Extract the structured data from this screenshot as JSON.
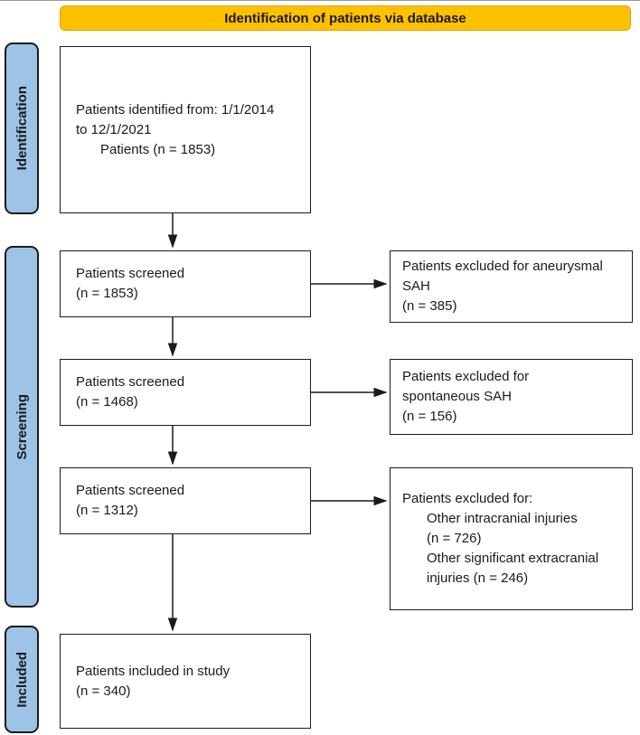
{
  "banner": {
    "label": "Identification of patients via database",
    "bg_color": "#FFC000"
  },
  "stages": {
    "identification": "Identification",
    "screening": "Screening",
    "included": "Included",
    "bg_color": "#9DC3E6"
  },
  "boxes": {
    "identified": {
      "line1": "Patients identified from: 1/1/2014",
      "line2": "to 12/1/2021",
      "line3": "Patients (n = 1853)"
    },
    "screened1": {
      "line1": "Patients screened",
      "line2": "(n = 1853)"
    },
    "screened2": {
      "line1": "Patients screened",
      "line2": "(n = 1468)"
    },
    "screened3": {
      "line1": "Patients screened",
      "line2": "(n = 1312)"
    },
    "included": {
      "line1": "Patients included in study",
      "line2": "(n = 340)"
    },
    "excluded1": {
      "line1": "Patients excluded for aneurysmal",
      "line2": "SAH",
      "line3": "(n = 385)"
    },
    "excluded2": {
      "line1": "Patients excluded for",
      "line2": "spontaneous SAH",
      "line3": "(n = 156)"
    },
    "excluded3": {
      "line1": "Patients excluded for:",
      "line2": "Other intracranial injuries",
      "line3": "(n = 726)",
      "line4": "Other significant extracranial",
      "line5": "injuries (n = 246)"
    }
  }
}
